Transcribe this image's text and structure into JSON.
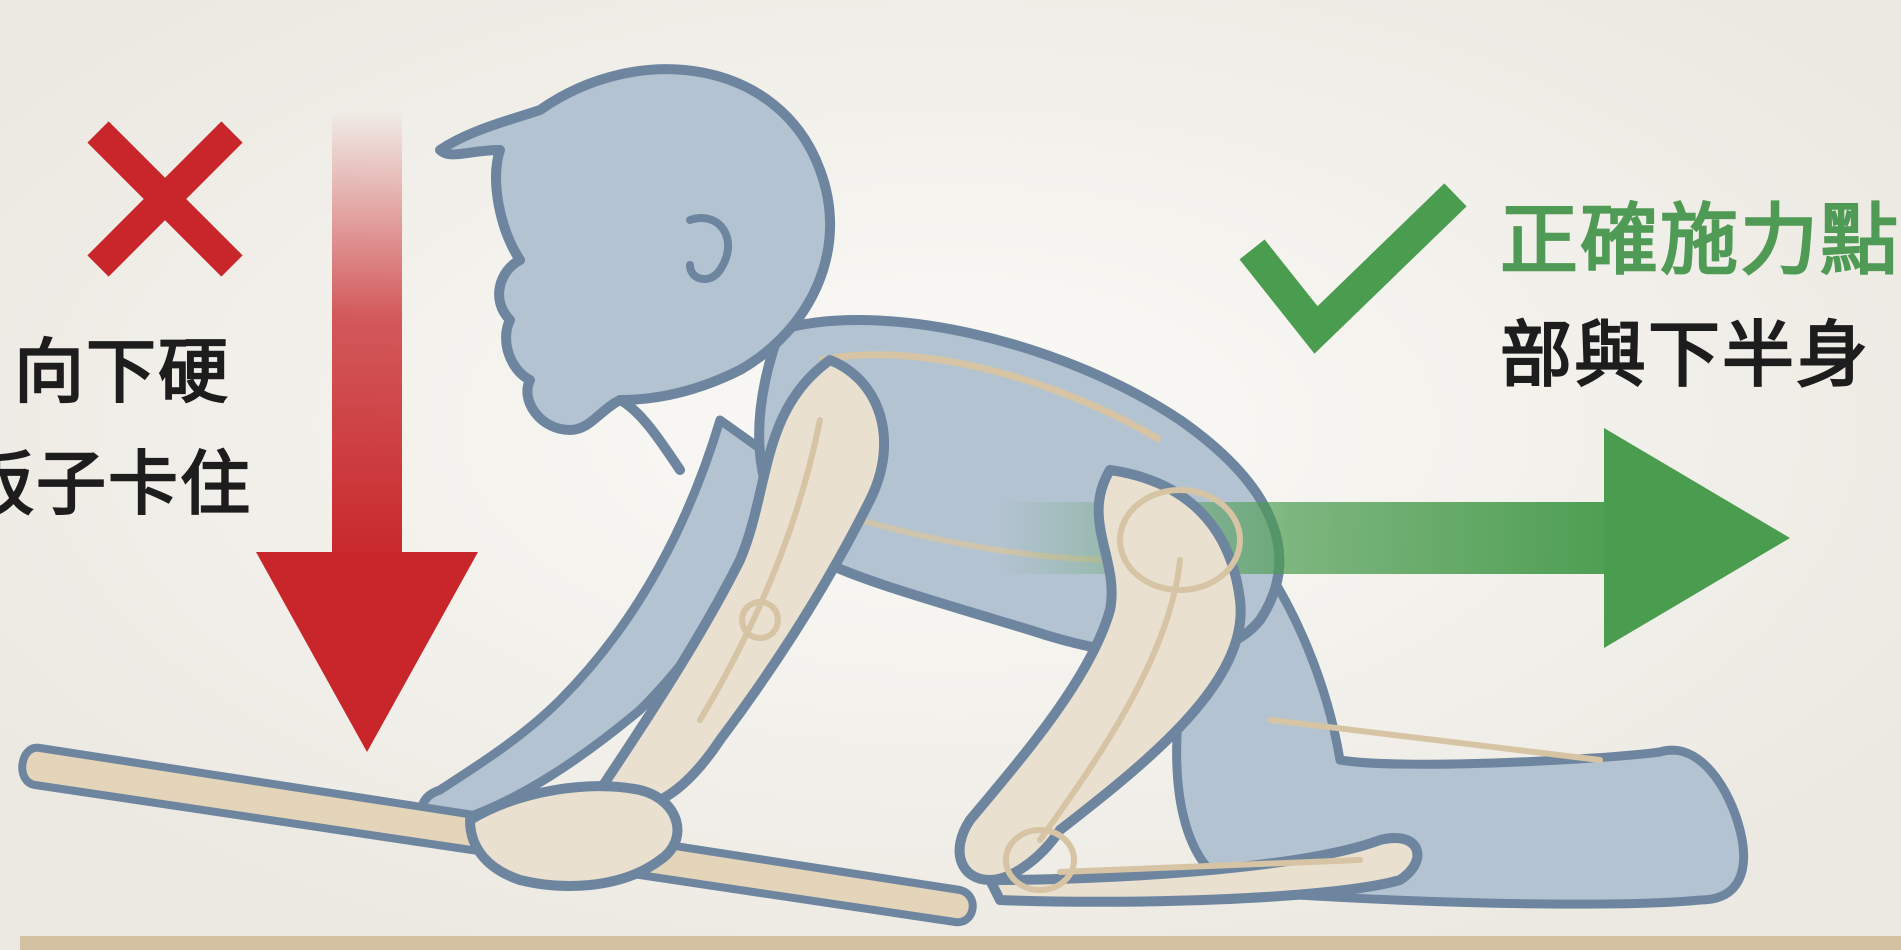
{
  "labels": {
    "wrong_line1": "向下硬",
    "wrong_line2": "板子卡住",
    "right_title": "正確施力點",
    "right_line2": "部與下半身"
  },
  "colors": {
    "background": "#f3f1ec",
    "wrong_red": "#c8262a",
    "right_green": "#4a9c4f",
    "body_fill": "#b3c3d1",
    "body_outline": "#6e859f",
    "skeleton": "#d6c4a4",
    "stick": "#e3d4ba",
    "floor": "#d3c1a2",
    "text_dark": "#1d1d1d"
  },
  "icons": {
    "wrong": "red-x-icon",
    "right": "green-check-icon",
    "down_arrow": "red-down-arrow",
    "forward_arrow": "green-right-arrow"
  }
}
